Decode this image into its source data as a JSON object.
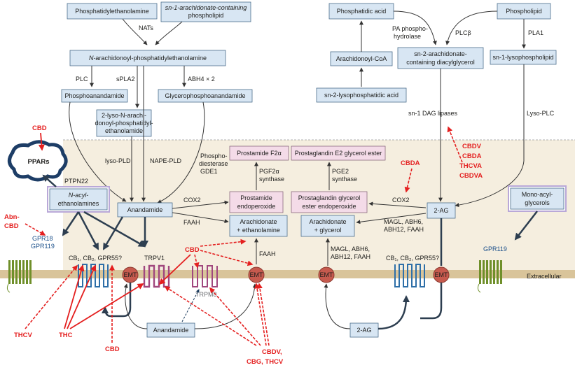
{
  "nodes": {
    "pe": "Phosphatidylethanolamine",
    "sn1_pl_a": "sn-1-arachidonate-containing",
    "sn1_pl_b": "phospholipid",
    "nape_a": "N",
    "nape_b": "-arachidonoyl-phosphatidylethanolamine",
    "phosphoanandamide": "Phosphoanandamide",
    "lyso_nape_1": "2-lyso-N-arachi-",
    "lyso_nape_2": "donoyl-phosphatidyl-",
    "lyso_nape_3": "ethanolamide",
    "gpa": "Glycerophosphoanandamide",
    "phosphatidic_acid": "Phosphatidic acid",
    "phospholipid": "Phospholipid",
    "arachidonoyl_coa": "Arachidonoyl-CoA",
    "dag_1": "sn-2-arachidonate-",
    "dag_2": "containing diacylglycerol",
    "lysopl": "sn-1-lysophospholipid",
    "lpa": "sn-2-lysophosphatidic acid",
    "anandamide_in": "Anandamide",
    "ag_in": "2-AG",
    "nae_1": "N-acyl-",
    "nae_2": "ethanolamines",
    "mag_1": "Mono-acyl-",
    "mag_2": "glycerols",
    "pg_f2a": "Prostamide F2α",
    "pg_e2ge": "Prostaglandin E2 glycerol ester",
    "prost_endo_1": "Prostamide",
    "prost_endo_2": "endoperoxide",
    "pg_ge_endo_1": "Prostaglandin glycerol",
    "pg_ge_endo_2": "ester endoperoxide",
    "arach_eth_1": "Arachidonate",
    "arach_eth_2": "+ ethanolamine",
    "arach_gly_1": "Arachidonate",
    "arach_gly_2": "+ glycerol",
    "anandamide_out": "Anandamide",
    "ag_out": "2-AG",
    "ppars": "PPARs"
  },
  "enzymes": {
    "nats": "NATs",
    "plc": "PLC",
    "spla2": "sPLA2",
    "abh4": "ABH4 × 2",
    "lyso_pld": "lyso-PLD",
    "nape_pld": "NAPE-PLD",
    "pde_1": "Phospho-",
    "pde_2": "diesterase",
    "pde_3": "GDE1",
    "ptpn22": "PTPN22",
    "pa_ph_1": "PA phospho-",
    "pa_ph_2": "hydrolase",
    "plcb": "PLCβ",
    "pla1": "PLA1",
    "dag_lipases": "sn-1 DAG lipases",
    "lyso_plc": "Lyso-PLC",
    "cox2_left": "COX2",
    "cox2_right": "COX2",
    "faah_a": "FAAH",
    "faah_b": "FAAH",
    "pgf2a_syn_1": "PGF2α",
    "pgf2a_syn_2": "synthase",
    "pge2_syn_1": "PGE2",
    "pge2_syn_2": "synthase",
    "magl_top_1": "MAGL, ABH6,",
    "magl_top_2": "ABH12, FAAH",
    "magl_bot_1": "MAGL, ABH6,",
    "magl_bot_2": "ABH12, FAAH"
  },
  "receptors": {
    "gpr18": "GPR18",
    "gpr119_left": "GPR119",
    "gpr119_right": "GPR119",
    "cb_left": "CB₁, CB₂, GPR55?",
    "cb_right": "CB₁, CB₂, GPR55?",
    "trpv1": "TRPV1",
    "trpm8": "TRPM8",
    "emt": "EMT"
  },
  "cannabinoids": {
    "cbd_ppars": "CBD",
    "abn_cbd_1": "Abn-",
    "abn_cbd_2": "CBD",
    "cbd_mid": "CBD",
    "cbda": "CBDA",
    "list_right_1": "CBDV",
    "list_right_2": "CBDA",
    "list_right_3": "THCVA",
    "list_right_4": "CBDVA",
    "thcv": "THCV",
    "thc": "THC",
    "cbd_bottom": "CBD",
    "list_bottom_1": "CBDV,",
    "list_bottom_2": "CBG, THCV"
  },
  "labels": {
    "extracellular": "Extracellular"
  },
  "colors": {
    "box_fill": "#d8e6f3",
    "product_fill": "#f4dbe8",
    "cytoplasm": "#f5eedf",
    "membrane": "#d9c49a",
    "cannabinoid_red": "#e41f1f",
    "receptor_blue": "#2e6fa8",
    "trp_pink": "#a0477e",
    "gpcr_green": "#6f8f2a",
    "emt_red": "#c65a4e"
  }
}
